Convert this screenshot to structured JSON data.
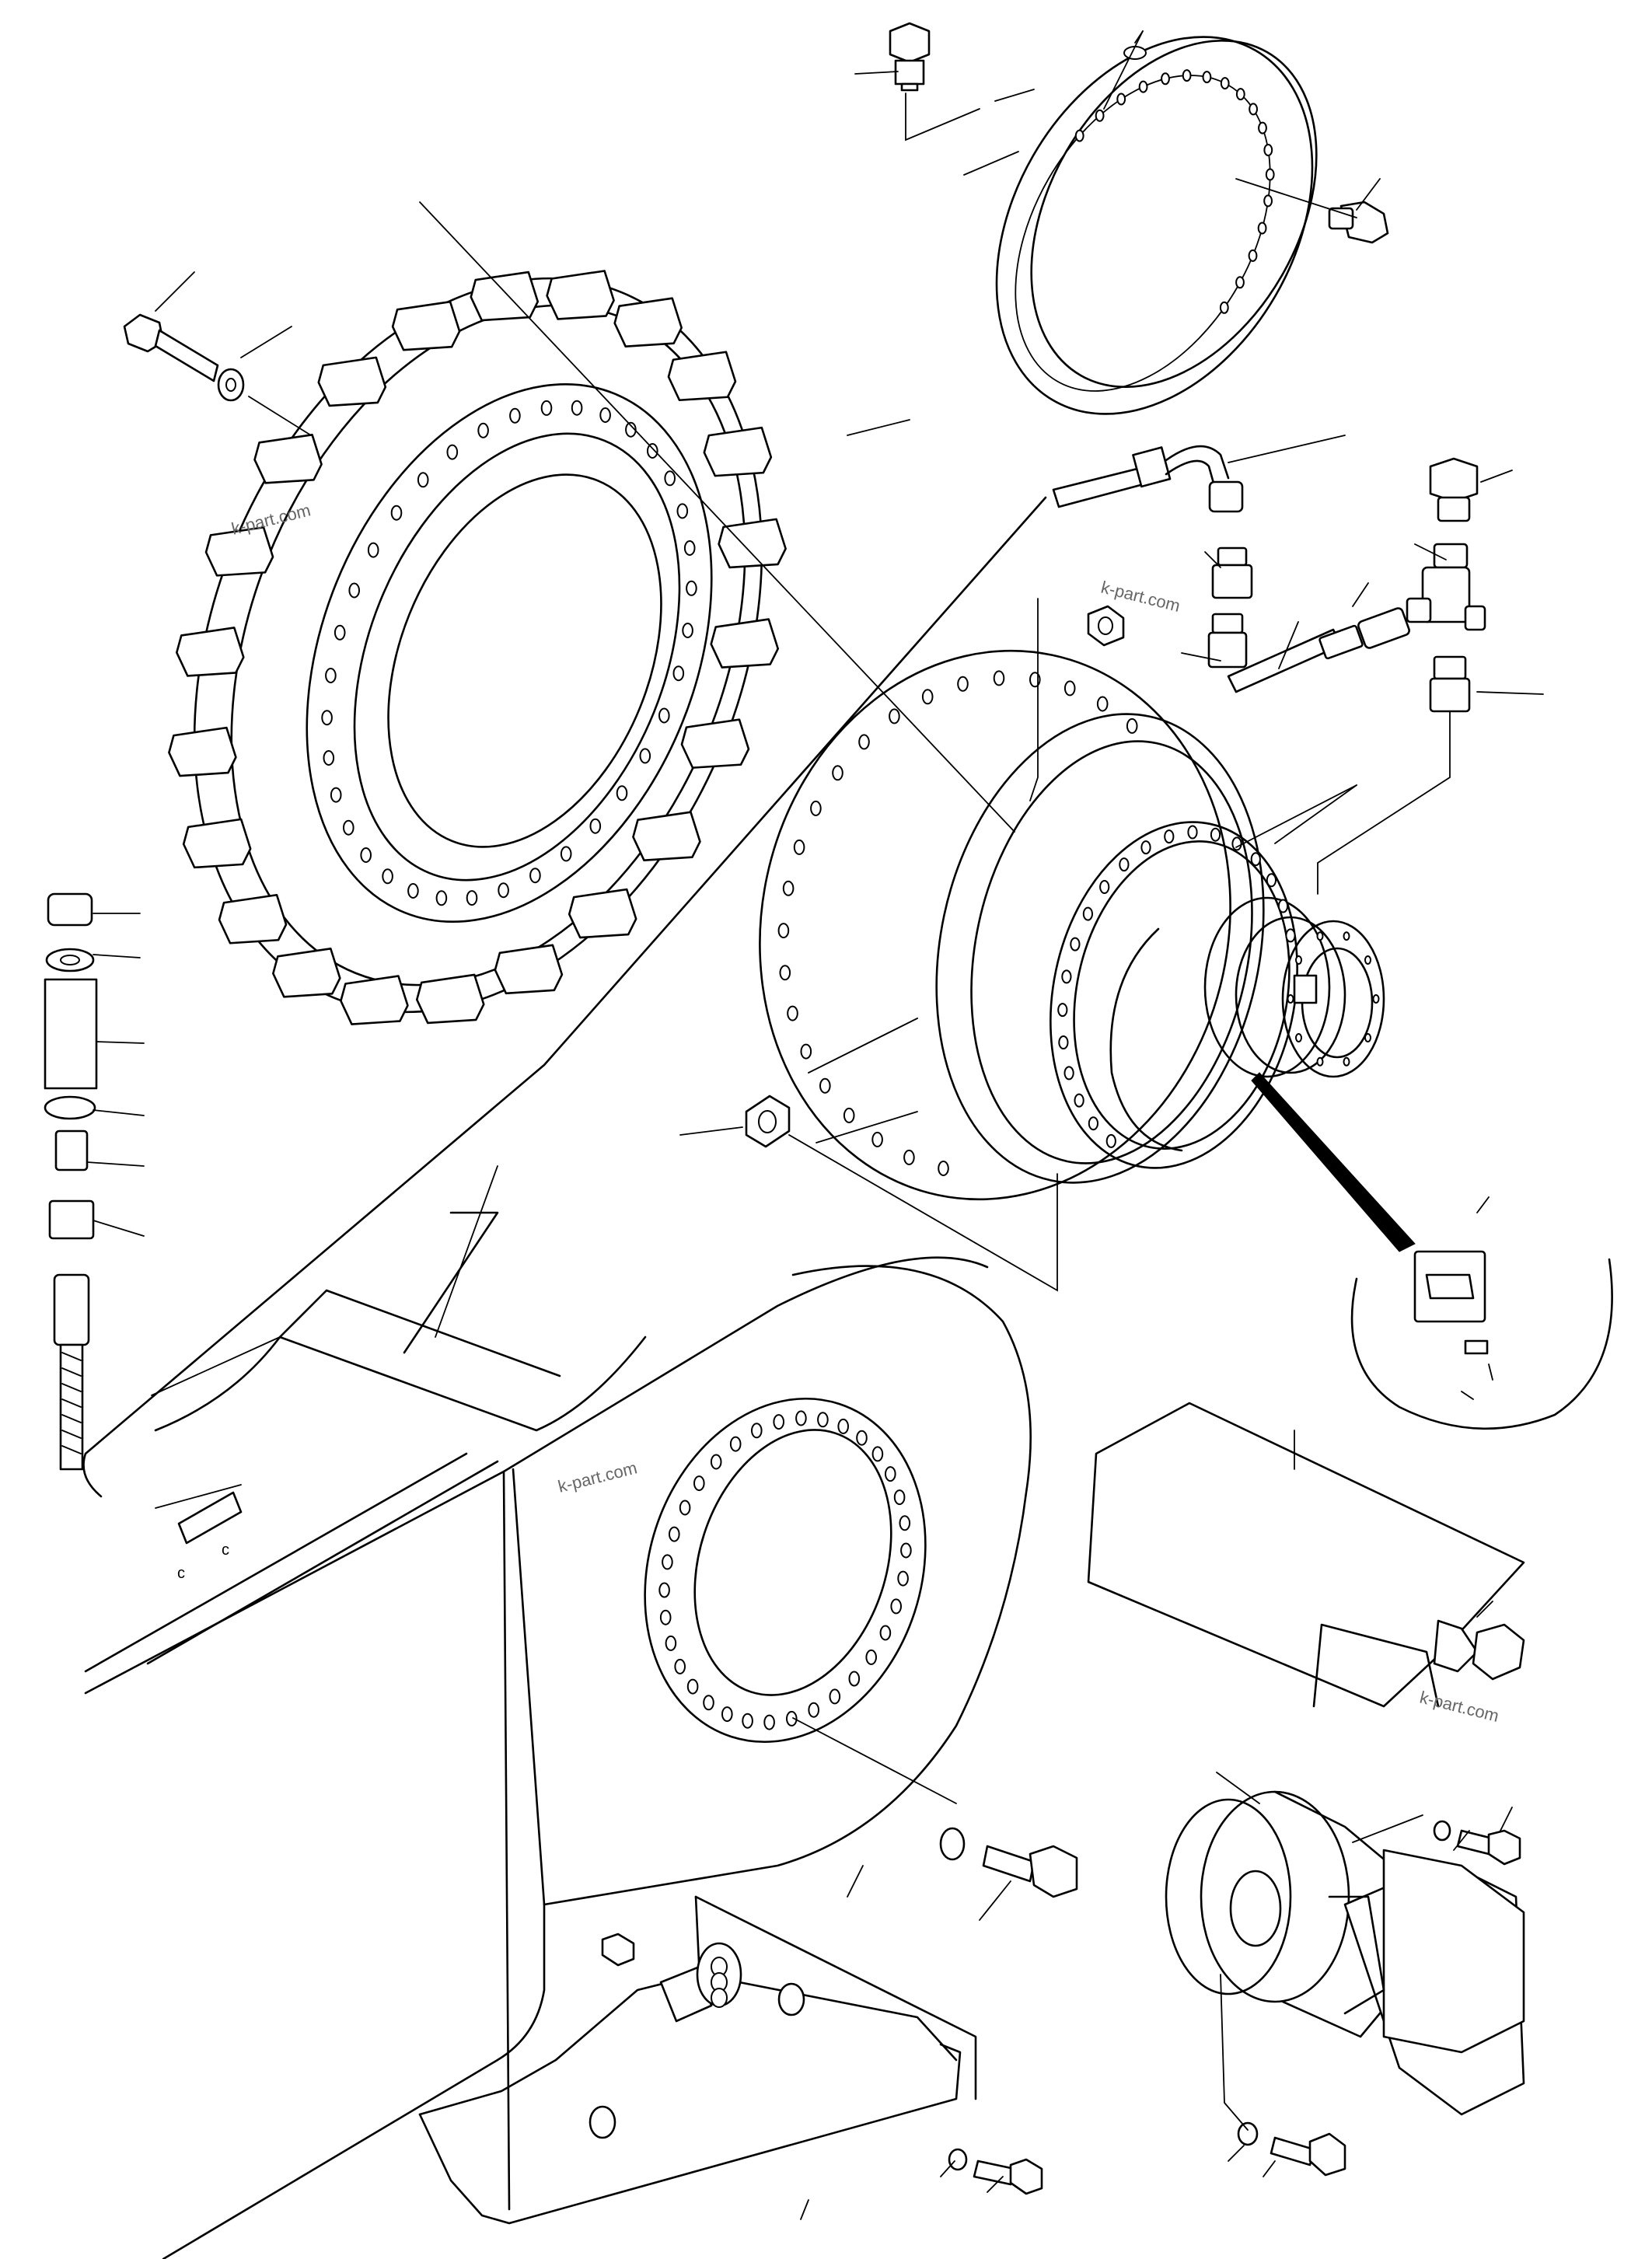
{
  "watermarks": {
    "wm1": "k-part.com",
    "wm2": "k-part.com",
    "wm3": "k-part.com",
    "wm4": "k-part.com"
  },
  "colors": {
    "line": "#000000",
    "paper": "#ffffff",
    "watermark": "#666666"
  },
  "components": [
    "bolt-top",
    "spacer-ring",
    "ring-bolt",
    "sprocket-bolt",
    "sprocket-washer",
    "sprocket",
    "hydraulic-hose",
    "elbow-fitting",
    "connector-fittings",
    "plug",
    "tee-fitting",
    "final-drive-hub",
    "mounting-nuts",
    "grease-fitting-stack",
    "track-frame",
    "cover-plate",
    "cover-bolt",
    "travel-motor",
    "motor-bolts",
    "guard-plate",
    "guard-bolts",
    "detail-circle",
    "detail-block"
  ]
}
